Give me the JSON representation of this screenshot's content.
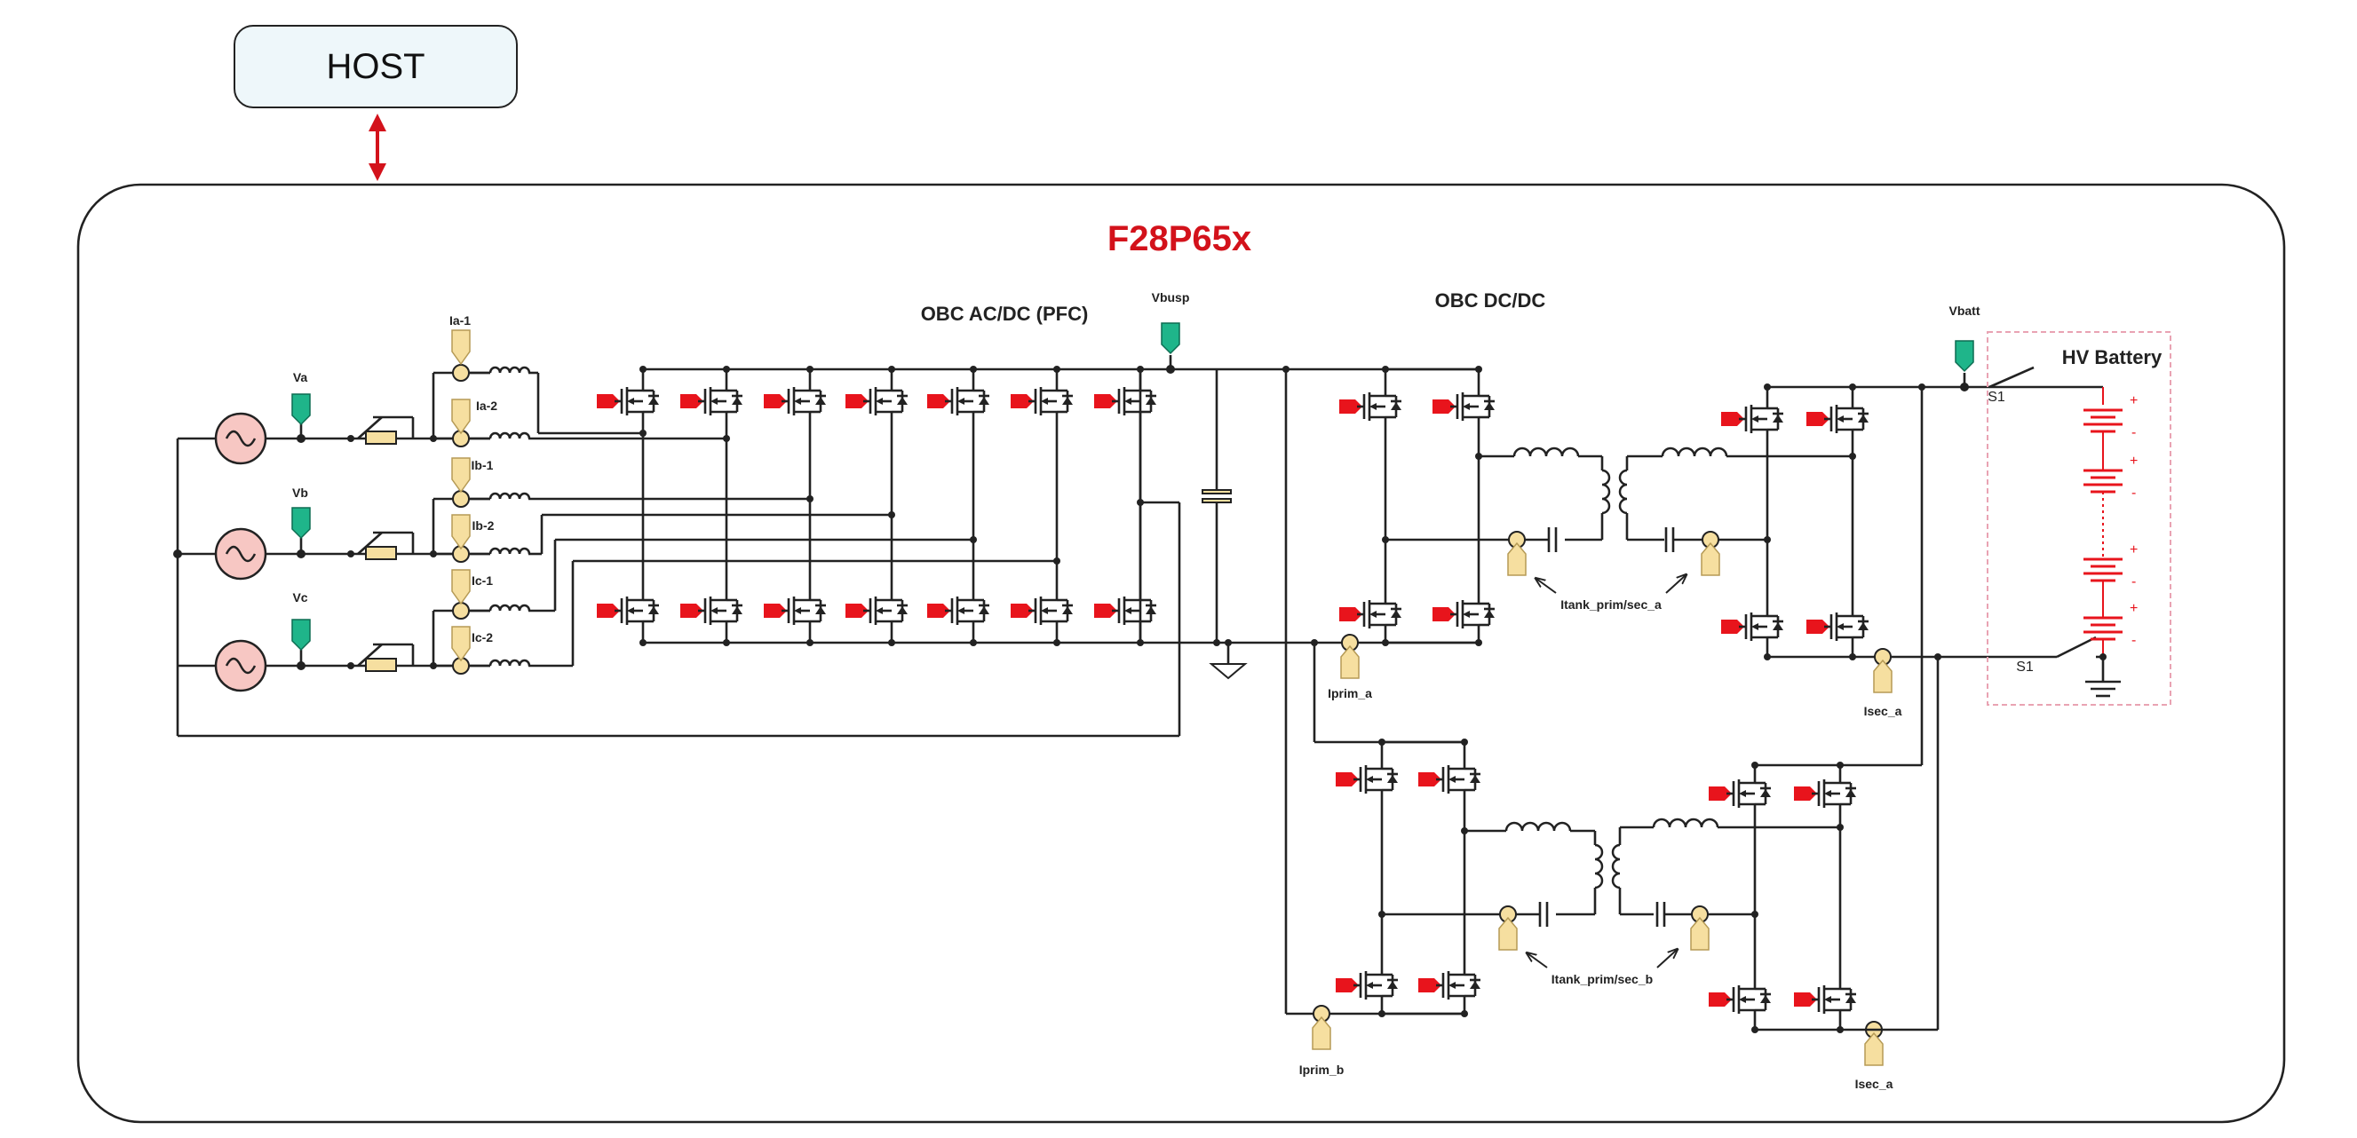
{
  "host": {
    "label": "HOST"
  },
  "controller": {
    "label": "F28P65x",
    "color": "#d3121b"
  },
  "sections": {
    "pfc": "OBC AC/DC (PFC)",
    "dcdc": "OBC DC/DC",
    "battery": "HV Battery"
  },
  "voltage_sensors": {
    "va": "Va",
    "vb": "Vb",
    "vc": "Vc",
    "vbusp": "Vbusp",
    "vbatt": "Vbatt"
  },
  "current_sensors": {
    "ia1": "Ia-1",
    "ia2": "Ia-2",
    "ib1": "Ib-1",
    "ib2": "Ib-2",
    "ic1": "Ic-1",
    "ic2": "Ic-2",
    "iprim_a": "Iprim_a",
    "iprim_b": "Iprim_b",
    "isec_a_top": "Isec_a",
    "isec_a_bottom": "Isec_a",
    "itank_a": "Itank_prim/sec_a",
    "itank_b": "Itank_prim/sec_b"
  },
  "switches": {
    "s1_top": "S1",
    "s1_bottom": "S1"
  },
  "colors": {
    "gate_drive": "#e8141c",
    "voltage_sense": "#1fb58a",
    "current_sense": "#f6dfa0",
    "ac_source": "#f7c7c3",
    "battery": "#e8141c",
    "arrow": "#d3121b"
  },
  "icons": [
    "ac-source-icon",
    "relay-icon",
    "resistor-icon",
    "inductor-icon",
    "mosfet-icon",
    "capacitor-icon",
    "transformer-icon",
    "battery-icon",
    "ground-icon"
  ]
}
